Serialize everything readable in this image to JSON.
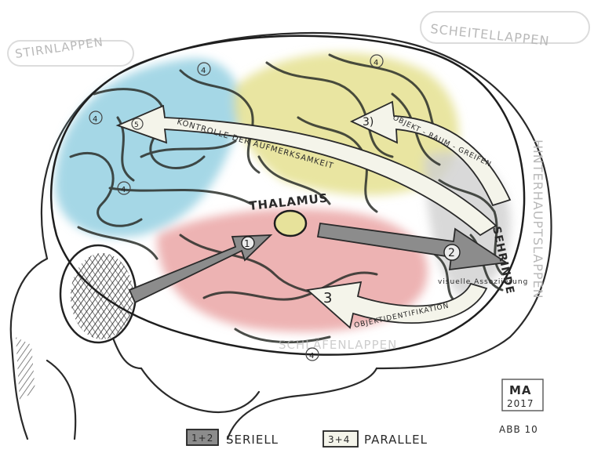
{
  "lobes": {
    "frontal": "STIRNLAPPEN",
    "parietal": "SCHEITELLAPPEN",
    "occipital": "HINTERHAUPTSLAPPEN",
    "temporal": "SCHLÄFENLAPPEN"
  },
  "structures": {
    "thalamus": "THALAMUS",
    "visual_cortex": "SEHRINDE",
    "visual_association": "visuelle Assoziierung"
  },
  "pathways": {
    "attention": "KONTROLLE DER AUFMERKSAMKEIT",
    "object_space": "OBJEKT - RAUM - GREIFEN",
    "object_id": "OBJEKTIDENTIFIKATION"
  },
  "numbers": {
    "n1": "1",
    "n2": "2",
    "n3": "3",
    "n3b": "3)",
    "n4": "4",
    "n5": "5"
  },
  "legend": {
    "serial_key": "1+2",
    "serial_label": "SERIELL",
    "parallel_key": "3+4",
    "parallel_label": "PARALLEL"
  },
  "signature": {
    "initials": "MA",
    "year": "2017",
    "figure": "ABB 10"
  },
  "colors": {
    "frontal": "#8fcde0",
    "parietal": "#e3df8a",
    "temporal": "#e79a9a",
    "occipital": "#cfcfcf",
    "serial_arrow": "#8c8c8c",
    "parallel_arrow": "#f4f4ea",
    "ink": "#2a2a2a"
  }
}
